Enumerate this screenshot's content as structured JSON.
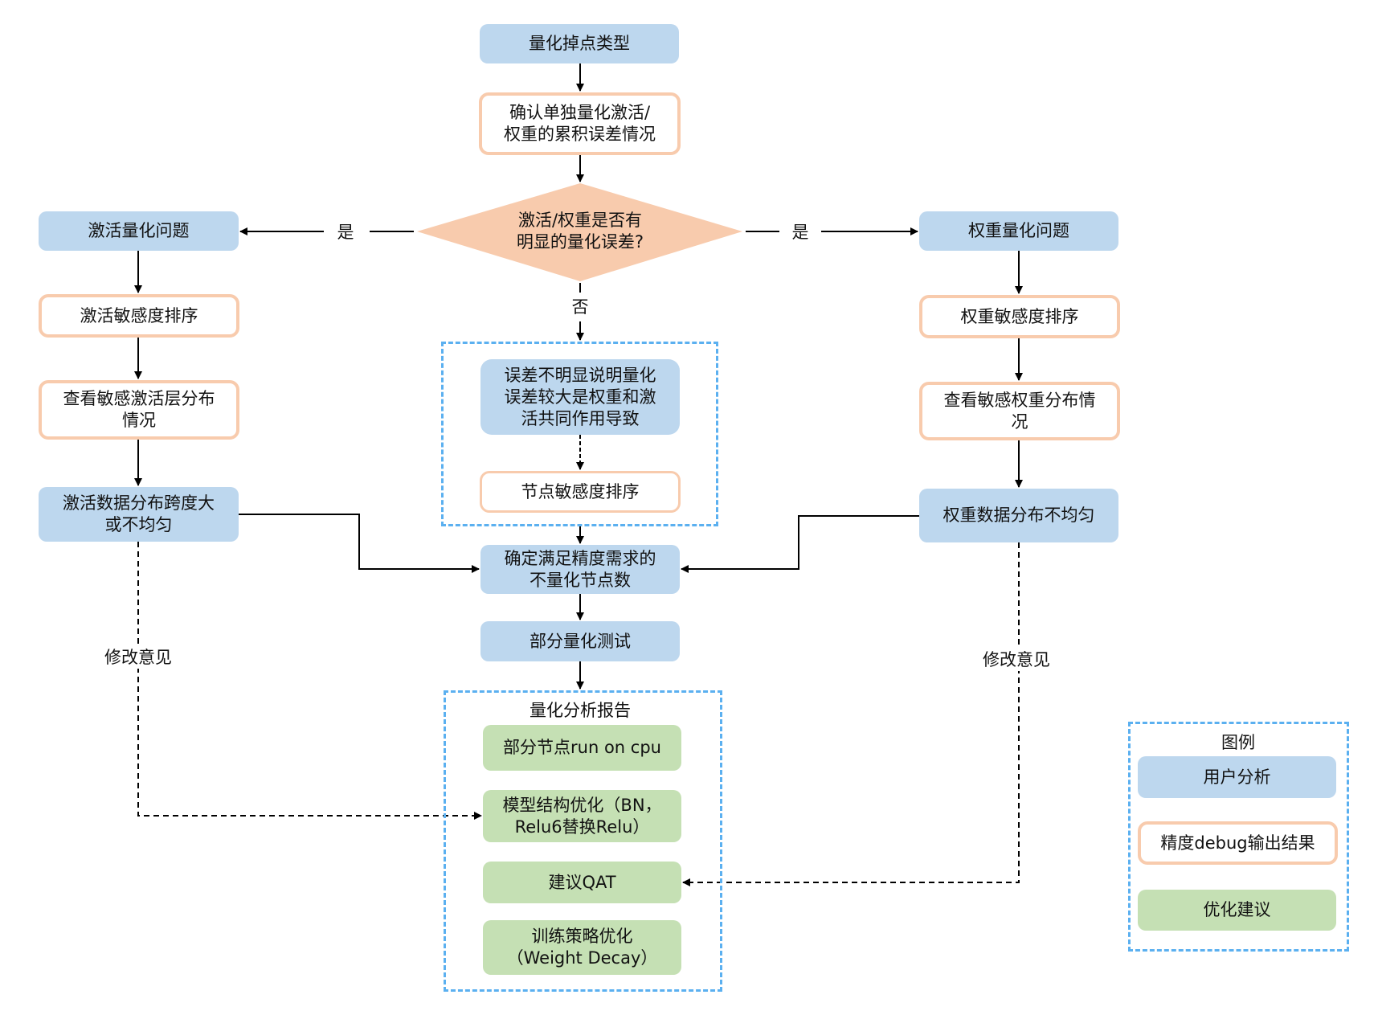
{
  "colors": {
    "analysis": "#BDD7EE",
    "debug_border": "#F8CBAD",
    "suggestion": "#C5E0B4",
    "group_border": "#5BB0F0",
    "decision": "#F8CBAD"
  },
  "nodes": {
    "start": "量化掉点类型",
    "confirm": "确认单独量化激活/\n权重的累积误差情况",
    "decision": "激活/权重是否有\n明显的量化误差?",
    "act_issue": "激活量化问题",
    "act_sort": "激活敏感度排序",
    "act_view": "查看敏感激活层分布\n情况",
    "act_dist": "激活数据分布跨度大\n或不均匀",
    "wt_issue": "权重量化问题",
    "wt_sort": "权重敏感度排序",
    "wt_view": "查看敏感权重分布情\n况",
    "wt_dist": "权重数据分布不均匀",
    "joint": "误差不明显说明量化\n误差较大是权重和激\n活共同作用导致",
    "node_sort": "节点敏感度排序",
    "determine": "确定满足精度需求的\n不量化节点数",
    "partial_test": "部分量化测试"
  },
  "edge_labels": {
    "yes_left": "是",
    "yes_right": "是",
    "no": "否",
    "modify_left": "修改意见",
    "modify_right": "修改意见"
  },
  "report": {
    "title": "量化分析报告",
    "items": [
      "部分节点run on cpu",
      "模型结构优化（BN，\nRelu6替换Relu）",
      "建议QAT",
      "训练策略优化\n（Weight Decay）"
    ]
  },
  "legend": {
    "title": "图例",
    "items": [
      "用户分析",
      "精度debug输出结果",
      "优化建议"
    ]
  }
}
